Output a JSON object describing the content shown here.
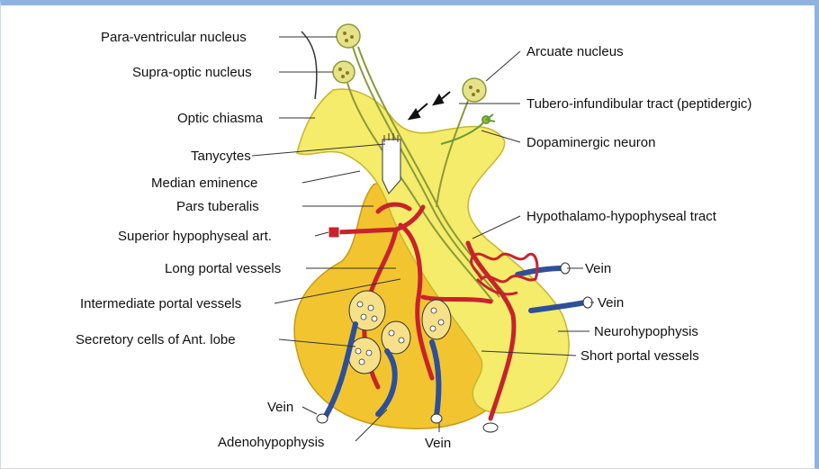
{
  "labels": {
    "paraventricular": "Para-ventricular nucleus",
    "supraoptic": "Supra-optic nucleus",
    "optic_chiasma": "Optic chiasma",
    "tanycytes": "Tanycytes",
    "median_eminence": "Median eminence",
    "pars_tuberalis": "Pars tuberalis",
    "superior_hypophyseal": "Superior hypophyseal art.",
    "long_portal": "Long portal vessels",
    "intermediate_portal": "Intermediate portal vessels",
    "secretory_cells": "Secretory cells of Ant. lobe",
    "vein_left": "Vein",
    "adenohypophysis": "Adenohypophysis",
    "vein_bottom": "Vein",
    "arcuate": "Arcuate nucleus",
    "tuberoinfundibular": "Tubero-infundibular tract (peptidergic)",
    "dopaminergic": "Dopaminergic neuron",
    "hypothalamo_hypophyseal": "Hypothalamo-hypophyseal tract",
    "vein_right_top": "Vein",
    "vein_right_mid": "Vein",
    "neurohypophysis": "Neurohypophysis",
    "short_portal": "Short portal vessels"
  },
  "colors": {
    "anterior_lobe": "#f2c530",
    "posterior_lobe": "#f4ec6a",
    "artery": "#c8232c",
    "vein": "#2e4f9a",
    "neuron": "#e6e28a",
    "nerve_tract": "#8a9a3a"
  }
}
